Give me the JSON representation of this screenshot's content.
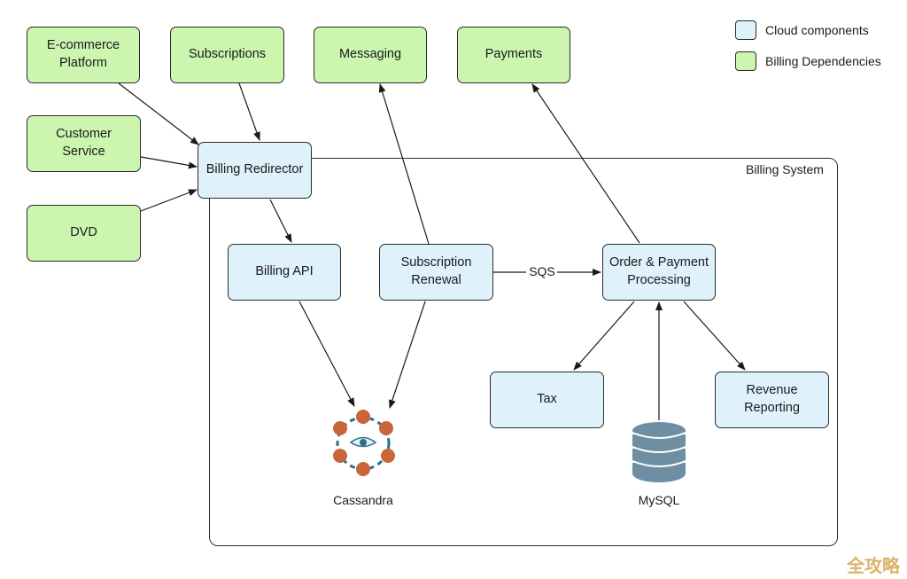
{
  "legend": {
    "cloud": {
      "label": "Cloud components",
      "color": "#dff1fb"
    },
    "billing": {
      "label": "Billing Dependencies",
      "color": "#ccf5b0"
    }
  },
  "system": {
    "label": "Billing System"
  },
  "nodes": {
    "ecommerce": "E-commerce\nPlatform",
    "subscriptions": "Subscriptions",
    "messaging": "Messaging",
    "payments": "Payments",
    "customer_service": "Customer Service",
    "dvd": "DVD",
    "billing_redirector": "Billing Redirector",
    "billing_api": "Billing API",
    "subscription_renewal": "Subscription\nRenewal",
    "order_payment": "Order & Payment\nProcessing",
    "tax": "Tax",
    "revenue_reporting": "Revenue\nReporting"
  },
  "datastores": {
    "cassandra": {
      "label": "Cassandra",
      "icon": "cassandra-icon"
    },
    "mysql": {
      "label": "MySQL",
      "icon": "database-icon"
    }
  },
  "edges": {
    "sqs_label": "SQS"
  },
  "watermark": "全攻略"
}
